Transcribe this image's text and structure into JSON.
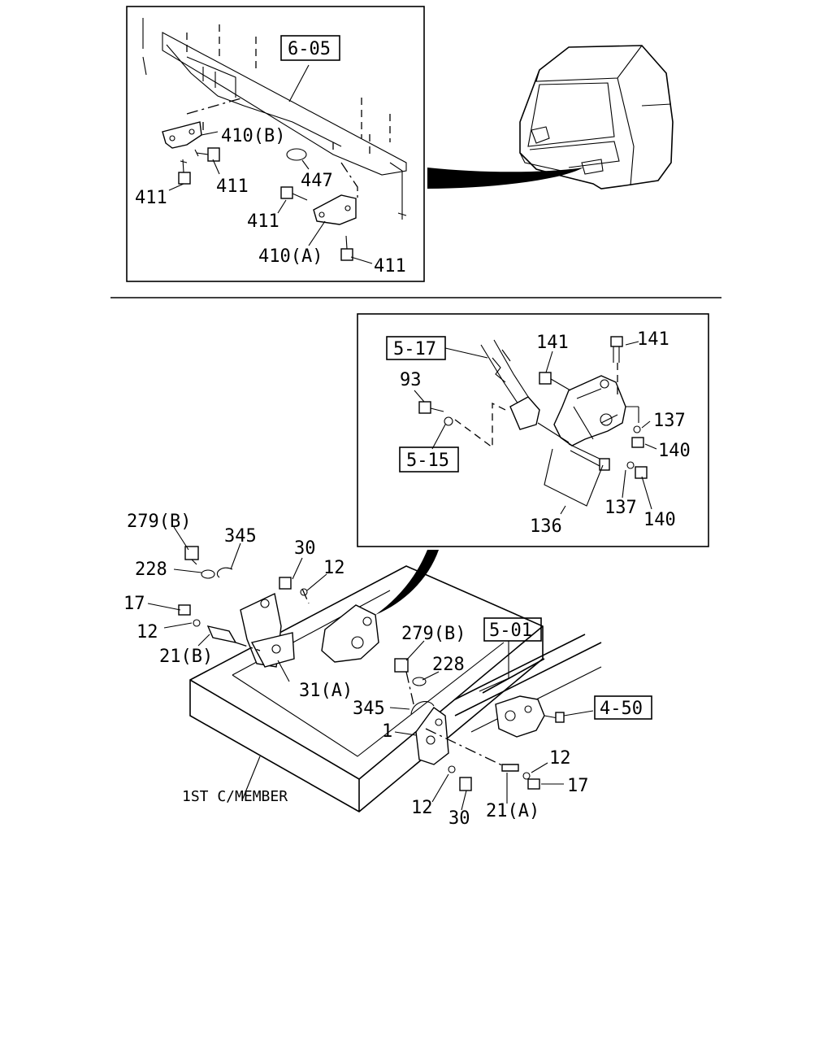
{
  "refs": {
    "r605": "6-05",
    "r517": "5-17",
    "r515": "5-15",
    "r501": "5-01",
    "r450": "4-50"
  },
  "callouts": {
    "c410b": "410(B)",
    "c411a": "411",
    "c447": "447",
    "c411b": "411",
    "c411c": "411",
    "c410a": "410(A)",
    "c411d": "411",
    "c141a": "141",
    "c141b": "141",
    "c93": "93",
    "c137a": "137",
    "c140a": "140",
    "c137b": "137",
    "c140b": "140",
    "c136": "136",
    "c279b_1": "279(B)",
    "c345_1": "345",
    "c30_1": "30",
    "c12_1": "12",
    "c228_1": "228",
    "c17_1": "17",
    "c12_2": "12",
    "c21b": "21(B)",
    "c31a": "31(A)",
    "c279b_2": "279(B)",
    "c228_2": "228",
    "c345_2": "345",
    "c1": "1",
    "c12_3": "12",
    "c17_2": "17",
    "c12_4": "12",
    "c30_2": "30",
    "c21a": "21(A)"
  },
  "member_label": "1ST C/MEMBER"
}
